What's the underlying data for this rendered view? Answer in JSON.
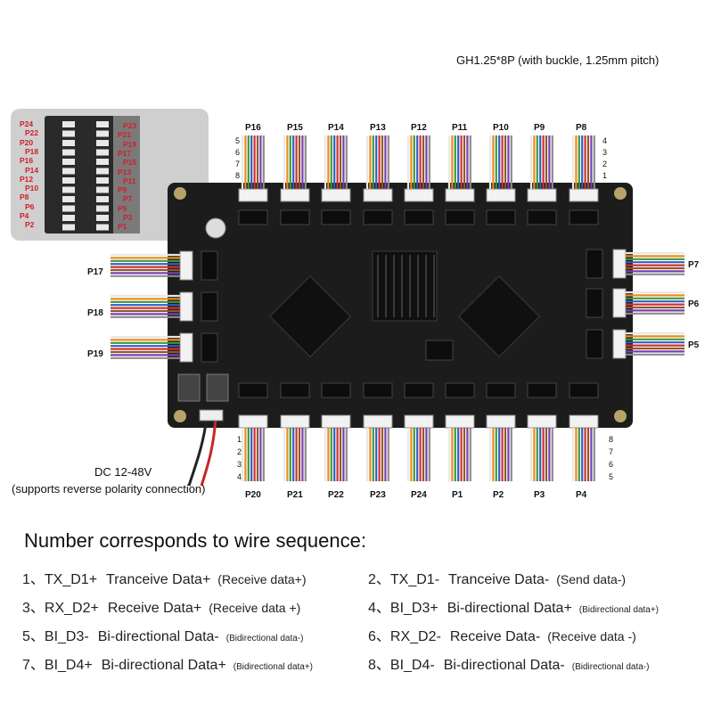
{
  "connector_note": "GH1.25*8P (with buckle, 1.25mm pitch)",
  "inset_pins": {
    "left": [
      "P24",
      "P22",
      "P20",
      "P18",
      "P16",
      "P14",
      "P12",
      "P10",
      "P8",
      "P6",
      "P4",
      "P2"
    ],
    "right": [
      "P23",
      "P21",
      "P19",
      "P17",
      "P15",
      "P13",
      "P11",
      "P9",
      "P7",
      "P5",
      "P3",
      "P1"
    ]
  },
  "top_ports": [
    "P16",
    "P15",
    "P14",
    "P13",
    "P12",
    "P11",
    "P10",
    "P9",
    "P8"
  ],
  "left_ports": [
    "P17",
    "P18",
    "P19"
  ],
  "right_ports": [
    "P7",
    "P6",
    "P5"
  ],
  "bottom_ports": [
    "P20",
    "P21",
    "P22",
    "P23",
    "P24",
    "P1",
    "P2",
    "P3",
    "P4"
  ],
  "pin_numbers": [
    "1",
    "2",
    "3",
    "4",
    "5",
    "6",
    "7",
    "8"
  ],
  "power": {
    "voltage": "DC 12-48V",
    "note": "(supports reverse polarity connection)"
  },
  "legend": {
    "title": "Number corresponds to wire sequence:",
    "items": [
      {
        "code": "1、TX_D1+",
        "desc": "Tranceive Data+",
        "paren": "(Receive data+)"
      },
      {
        "code": "2、TX_D1-",
        "desc": "Tranceive Data-",
        "paren": "(Send data-)"
      },
      {
        "code": "3、RX_D2+",
        "desc": "Receive Data+",
        "paren": "(Receive data +)"
      },
      {
        "code": "4、BI_D3+",
        "desc": "Bi-directional Data+",
        "paren": "(Bidirectional data+)"
      },
      {
        "code": "5、BI_D3-",
        "desc": "Bi-directional Data-",
        "paren": "(Bidirectional data-)"
      },
      {
        "code": "6、RX_D2-",
        "desc": "Receive Data-",
        "paren": "(Receive data -)"
      },
      {
        "code": "7、BI_D4+",
        "desc": "Bi-directional Data+",
        "paren": "(Bidirectional data+)"
      },
      {
        "code": "8、BI_D4-",
        "desc": "Bi-directional Data-",
        "paren": "(Bidirectional data-)"
      }
    ]
  },
  "colors": {
    "pcb": "#1c1c1c",
    "wire_red": "#d32f2f",
    "wire_orange": "#ef8a1f",
    "wire_green": "#3c9a3c",
    "wire_blue": "#2e5fc4",
    "wire_purple": "#7b3fb0",
    "wire_brown": "#8a5a2b",
    "wire_gray": "#8c8c8c",
    "wire_white": "#e8e8e8",
    "inset_label": "#d0202a"
  }
}
